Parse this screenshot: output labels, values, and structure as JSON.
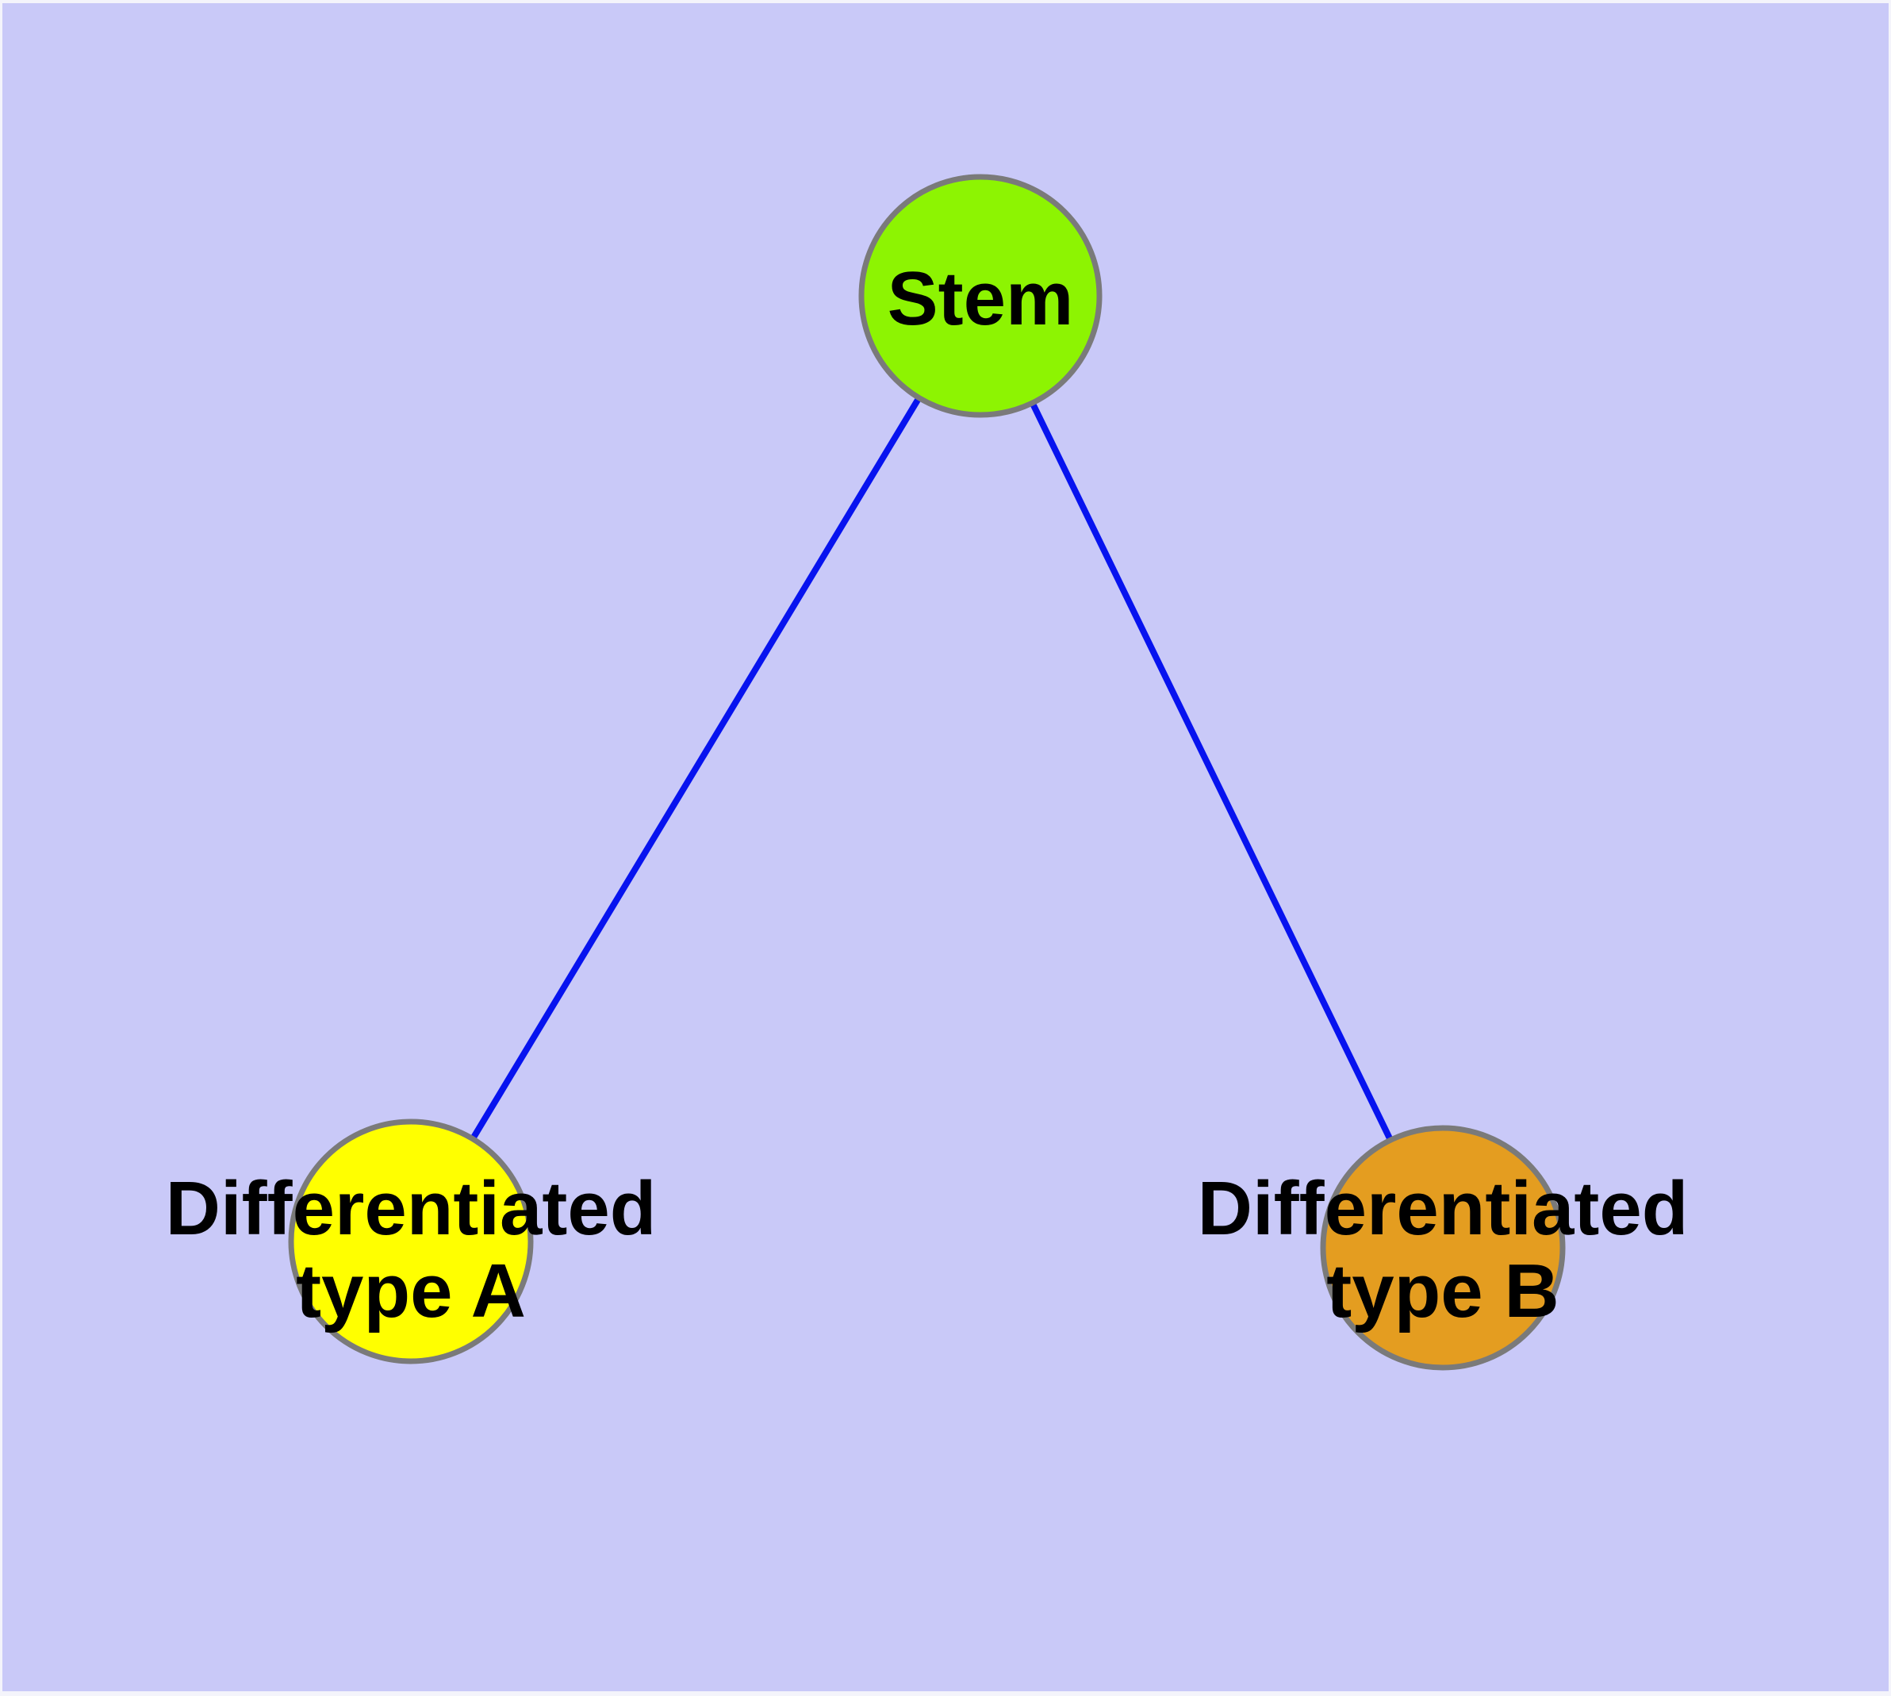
{
  "diagram": {
    "type": "node-link-graph",
    "background_color": "#c9c9f8",
    "page_margin_color": "#f4f4fb",
    "node_border_color": "#7a7a7a",
    "edge_color": "#0713ef",
    "label_color": "#000000",
    "nodes": [
      {
        "id": "stem",
        "label": "Stem",
        "fill": "#8df402"
      },
      {
        "id": "differentiated-type-a",
        "label_line1": "Differentiated",
        "label_line2": "type A",
        "fill": "#ffff00"
      },
      {
        "id": "differentiated-type-b",
        "label_line1": "Differentiated",
        "label_line2": "type B",
        "fill": "#e49d20"
      }
    ],
    "edges": [
      {
        "from": "stem",
        "to": "differentiated-type-a",
        "color": "#0713ef"
      },
      {
        "from": "stem",
        "to": "differentiated-type-b",
        "color": "#0713ef"
      }
    ]
  }
}
